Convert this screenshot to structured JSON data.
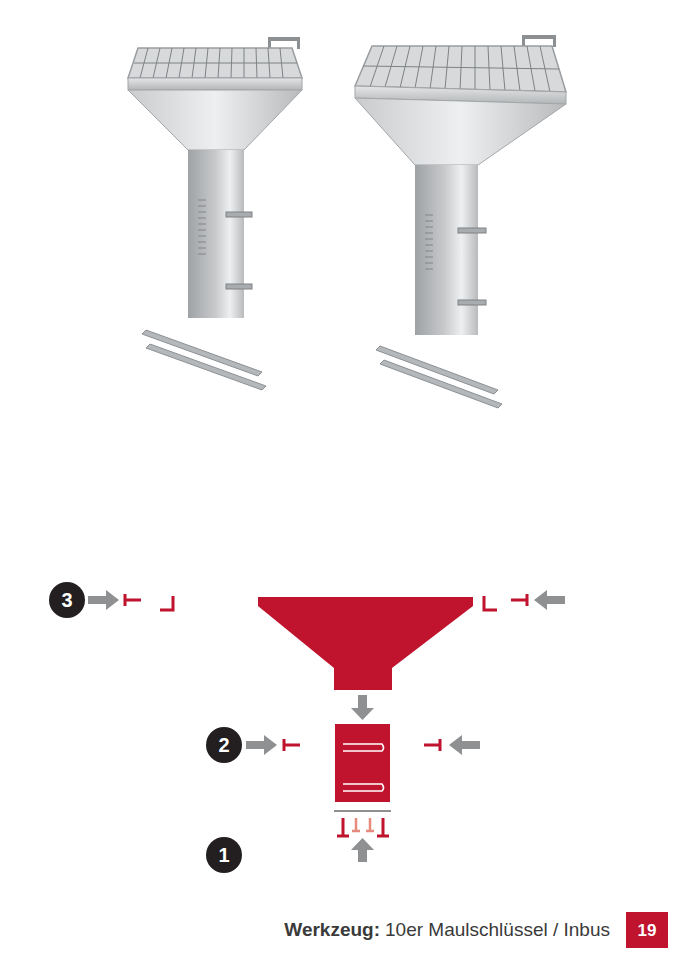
{
  "diagram": {
    "nodes": [
      {
        "text": [
          "3"
        ]
      },
      {
        "text": [
          "2"
        ]
      },
      {
        "text": [
          "1"
        ]
      },
      {
        "text": [
          "19"
        ]
      }
    ],
    "labels": [
      "Werkzeug:",
      "10er Maulschlüssel / Inbus"
    ]
  }
}
